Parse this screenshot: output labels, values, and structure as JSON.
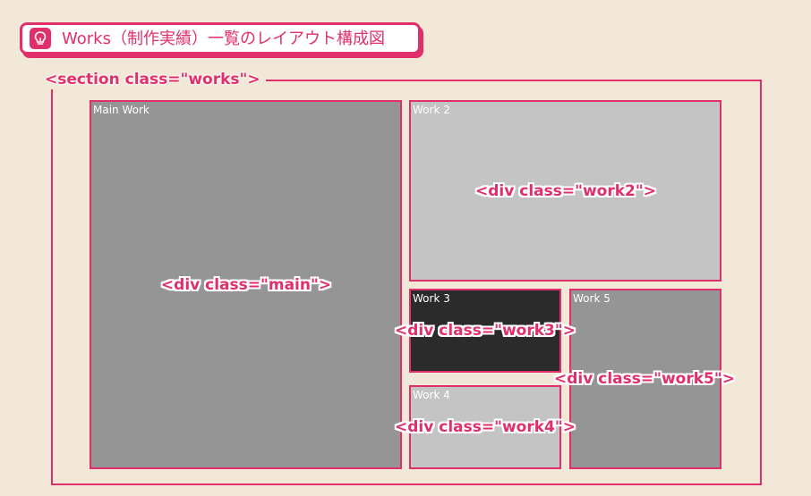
{
  "title": {
    "icon": "lightbulb-icon",
    "text": "Works（制作実績）一覧のレイアウト構成図"
  },
  "section": {
    "label": "<section class=\"works\">"
  },
  "works": [
    {
      "title": "Main Work",
      "tag": "<div class=\"main\">",
      "fill": "#959595"
    },
    {
      "title": "Work 2",
      "tag": "<div class=\"work2\">",
      "fill": "#c4c4c4"
    },
    {
      "title": "Work 3",
      "tag": "<div class=\"work3\">",
      "fill": "#2b2b2b"
    },
    {
      "title": "Work 4",
      "tag": "<div class=\"work4\">",
      "fill": "#c4c4c4"
    },
    {
      "title": "Work 5",
      "tag": "<div class=\"work5\">",
      "fill": "#959595"
    }
  ],
  "colors": {
    "accent": "#e0306c",
    "background": "#f1e8d8"
  }
}
